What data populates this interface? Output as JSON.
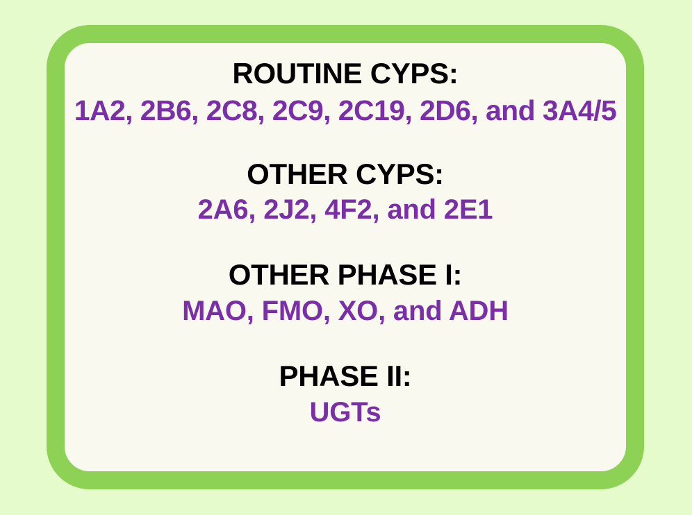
{
  "slide": {
    "background_color": "#e6fbcc",
    "card": {
      "background_color": "#faf9f0",
      "border_color": "#8dd155",
      "heading_color": "#000000",
      "items_color": "#7a2fa8"
    }
  },
  "sections": [
    {
      "id": "routine-cyps",
      "heading": "ROUTINE CYPS:",
      "items": "1A2, 2B6, 2C8, 2C9, 2C19, 2D6, and 3A4/5"
    },
    {
      "id": "other-cyps",
      "heading": "OTHER CYPS:",
      "items": "2A6, 2J2, 4F2, and 2E1"
    },
    {
      "id": "other-phase-1",
      "heading": "OTHER PHASE I:",
      "items": "MAO, FMO, XO, and ADH"
    },
    {
      "id": "phase-2",
      "heading": "PHASE II:",
      "items": "UGTs"
    }
  ]
}
